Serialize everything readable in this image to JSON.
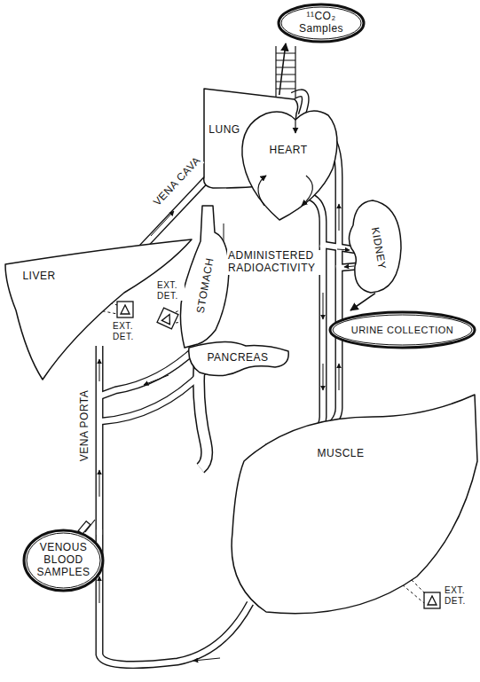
{
  "diagram": {
    "nodes": [
      {
        "text": [
          "¹¹CO₂ Samples"
        ]
      },
      {
        "text": [
          "LUNG"
        ]
      },
      {
        "text": [
          "HEART"
        ]
      },
      {
        "text": [
          "LIVER"
        ]
      },
      {
        "text": [
          "STOMACH"
        ]
      },
      {
        "text": [
          "KIDNEY"
        ]
      },
      {
        "text": [
          "URINE COLLECTION"
        ]
      },
      {
        "text": [
          "PANCREAS"
        ]
      },
      {
        "text": [
          "MUSCLE"
        ]
      },
      {
        "text": [
          "VENOUS BLOOD SAMPLES"
        ]
      }
    ],
    "edges": [
      {
        "from": 1,
        "to": 0,
        "arrow": "to"
      },
      {
        "from": 5,
        "to": 6,
        "arrow": "to"
      }
    ],
    "labels": [
      "VENA CAVA",
      "ADMINISTERED RADIOACTIVITY",
      "EXT. DET.",
      "VENA PORTA",
      "EXT. DET.",
      "EXT. DET."
    ]
  }
}
